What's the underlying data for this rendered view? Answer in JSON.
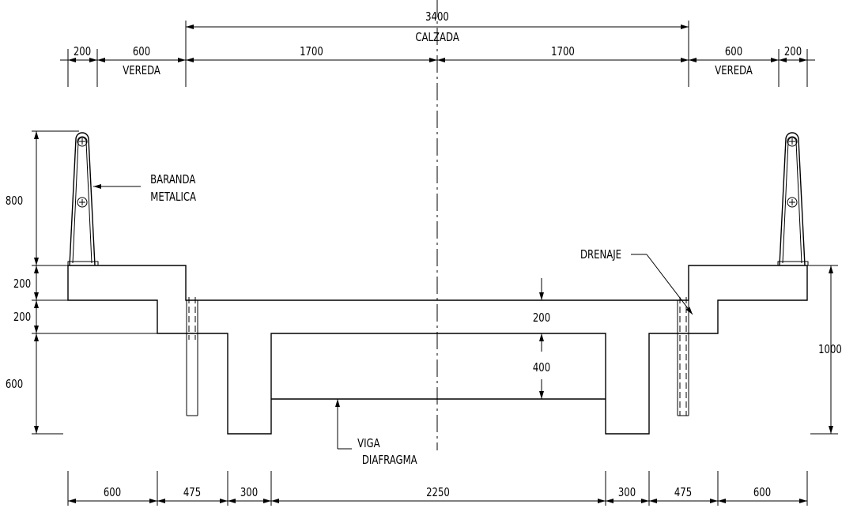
{
  "top_dims": {
    "total": "3400",
    "total_label": "CALZADA",
    "half_left": "1700",
    "half_right": "1700",
    "left_railing": "200",
    "left_sidewalk": "600",
    "left_sidewalk_label": "VEREDA",
    "right_sidewalk": "600",
    "right_sidewalk_label": "VEREDA",
    "right_railing": "200"
  },
  "left_dims": {
    "railing_height": "800",
    "upper_slab": "200",
    "lower_slab": "200",
    "beam_depth": "600"
  },
  "right_dims": {
    "overall_height": "1000"
  },
  "center_dims": {
    "slab": "200",
    "diaphragm": "400"
  },
  "bottom_dims": [
    "600",
    "475",
    "300",
    "2250",
    "300",
    "475",
    "600"
  ],
  "annotations": {
    "railing_line1": "BARANDA",
    "railing_line2": "METALICA",
    "drain": "DRENAJE",
    "diaphragm_line1": "VIGA",
    "diaphragm_line2": "DIAFRAGMA"
  }
}
